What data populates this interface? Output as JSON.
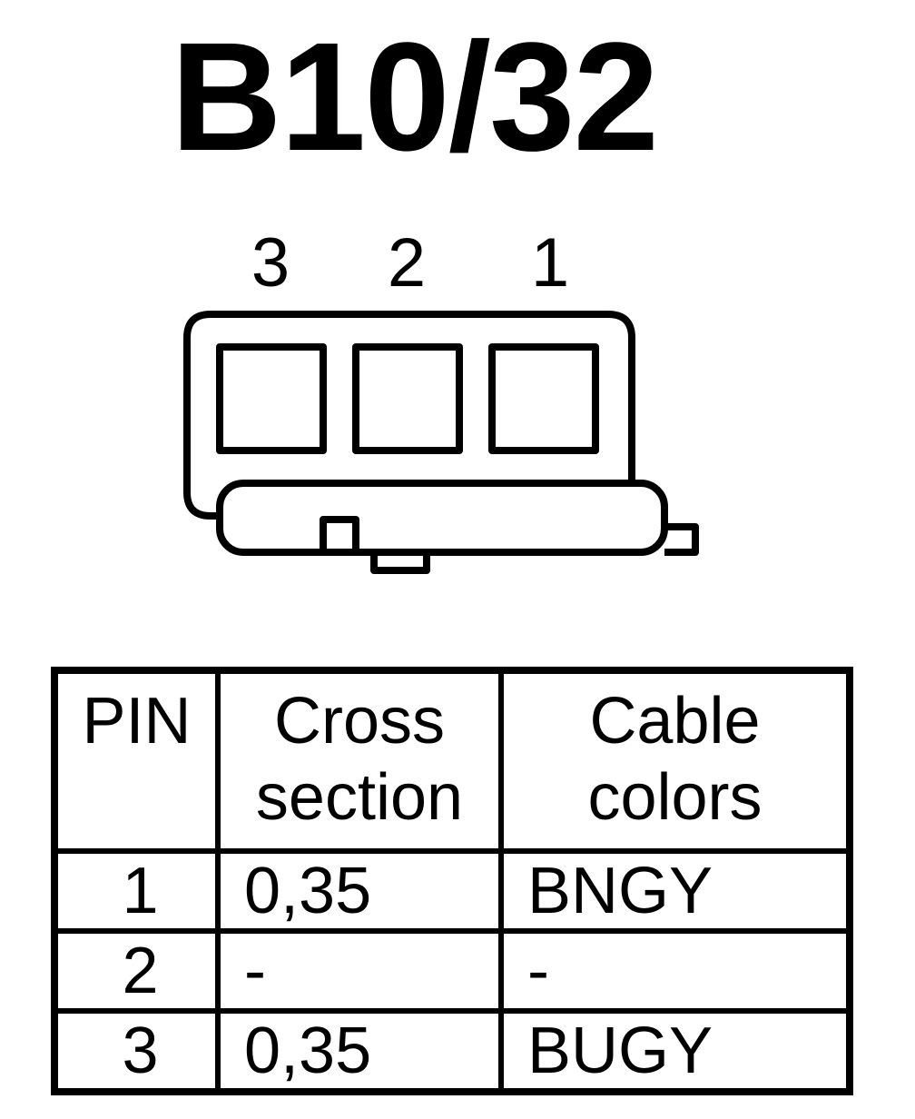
{
  "title": "B10/32",
  "pin_numbers": [
    "3",
    "2",
    "1"
  ],
  "table": {
    "headers": {
      "pin": "PIN",
      "cross_section": [
        "Cross",
        "section"
      ],
      "cable_colors": [
        "Cable",
        "colors"
      ]
    },
    "rows": [
      {
        "pin": "1",
        "cross_section": "0,35",
        "cable_color": "BNGY"
      },
      {
        "pin": "2",
        "cross_section": "-",
        "cable_color": "-"
      },
      {
        "pin": "3",
        "cross_section": "0,35",
        "cable_color": "BUGY"
      }
    ]
  }
}
